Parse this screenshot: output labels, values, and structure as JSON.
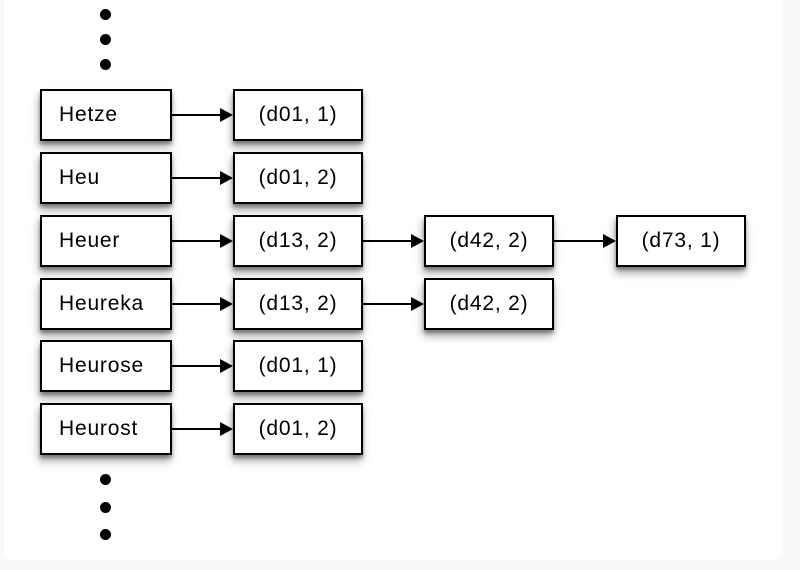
{
  "page": {
    "background": "#fafafa",
    "card_background": "#ffffff"
  },
  "diagram": {
    "rows": [
      {
        "term": "Hetze",
        "postings": [
          "(d01, 1)"
        ]
      },
      {
        "term": "Heu",
        "postings": [
          "(d01, 2)"
        ]
      },
      {
        "term": "Heuer",
        "postings": [
          "(d13, 2)",
          "(d42, 2)",
          "(d73, 1)"
        ]
      },
      {
        "term": "Heureka",
        "postings": [
          "(d13, 2)",
          "(d42, 2)"
        ]
      },
      {
        "term": "Heurose",
        "postings": [
          "(d01, 1)"
        ]
      },
      {
        "term": "Heurost",
        "postings": [
          "(d01, 2)"
        ]
      }
    ],
    "ellipsis_top_dots": 3,
    "ellipsis_bottom_dots": 3
  },
  "colors": {
    "box_fill": "#ffffff",
    "box_border": "#000000",
    "text": "#000000",
    "arrow": "#000000",
    "dot": "#000000"
  }
}
